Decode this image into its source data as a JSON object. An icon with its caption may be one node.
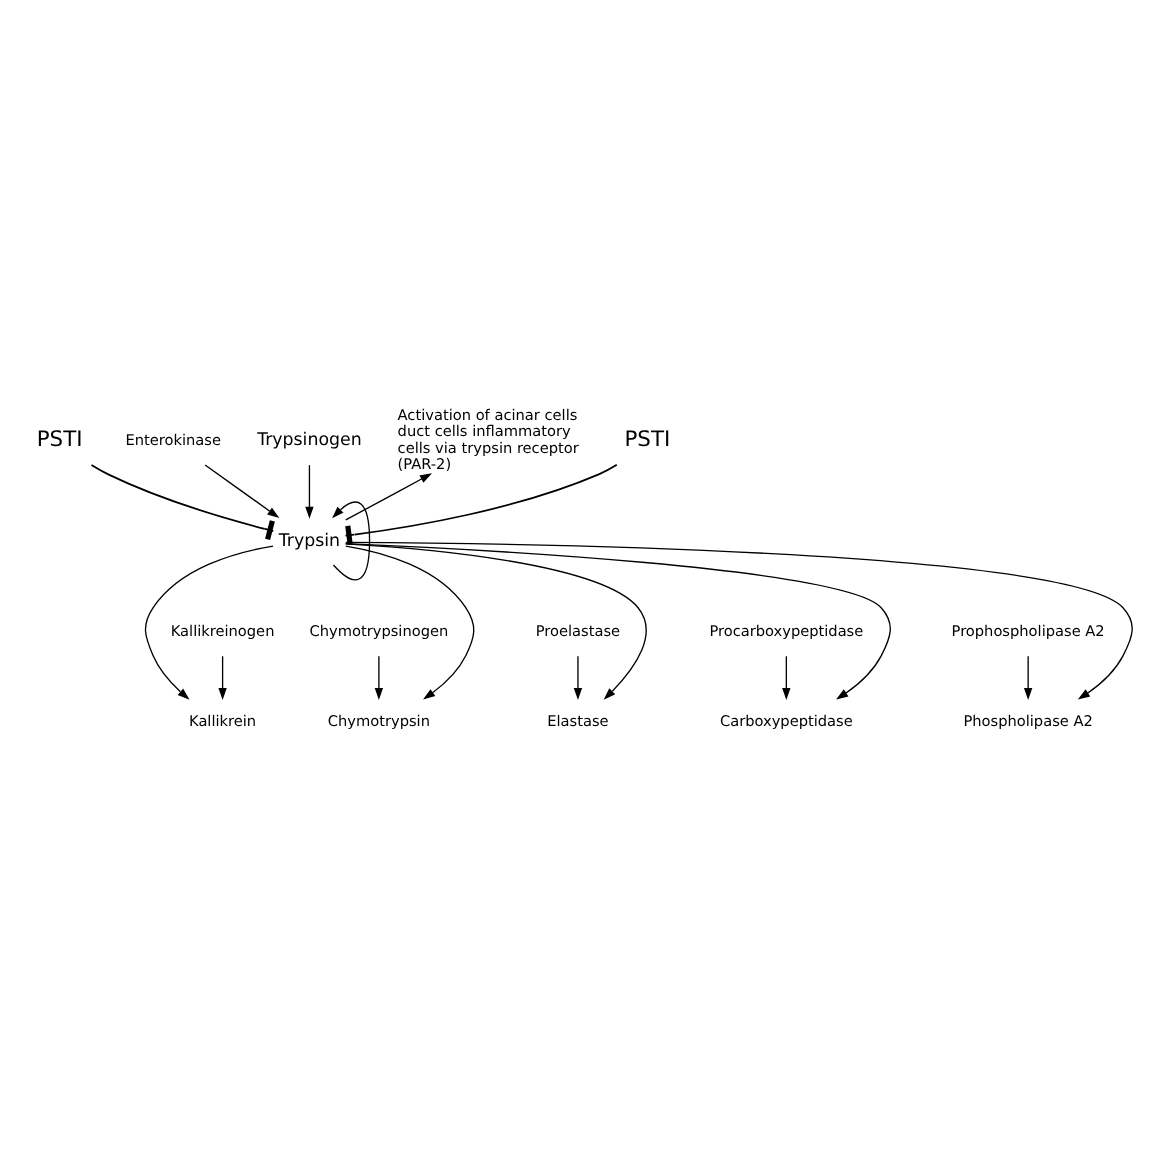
{
  "diagram": {
    "nodes": [
      {
        "text": [
          "Trypsinogen"
        ]
      },
      {
        "text": [
          "Enterokinase"
        ]
      },
      {
        "text": [
          "Trypsin"
        ]
      },
      {
        "text": [
          "Activation of acinar cells duct cells inflammatory cells via trypsin receptor (PAR-2)"
        ]
      },
      {
        "text": [
          "PSTI"
        ]
      },
      {
        "text": [
          "PSTI"
        ]
      },
      {
        "text": [
          "Kallikreinogen"
        ]
      },
      {
        "text": [
          "Chymotrypsinogen"
        ]
      },
      {
        "text": [
          "Proelastase"
        ]
      },
      {
        "text": [
          "Procarboxypeptidase"
        ]
      },
      {
        "text": [
          "Prophospholipase A2"
        ]
      },
      {
        "text": [
          "Kallikrein"
        ]
      },
      {
        "text": [
          "Chymotrypsin"
        ]
      },
      {
        "text": [
          "Elastase"
        ]
      },
      {
        "text": [
          "Carboxypeptidase"
        ]
      },
      {
        "text": [
          "Phospholipase A2"
        ]
      }
    ],
    "edges": [
      {
        "from": 0,
        "to": 2,
        "arrow": "to"
      },
      {
        "from": 1,
        "to": 2,
        "arrow": "to"
      },
      {
        "from": 2,
        "to": 2,
        "arrow": "to"
      },
      {
        "from": 2,
        "to": 3,
        "arrow": "to"
      },
      {
        "from": 4,
        "to": 2,
        "arrow": "other"
      },
      {
        "from": 5,
        "to": 2,
        "arrow": "other"
      },
      {
        "from": 6,
        "to": 11,
        "arrow": "to"
      },
      {
        "from": 7,
        "to": 12,
        "arrow": "to"
      },
      {
        "from": 8,
        "to": 13,
        "arrow": "to"
      },
      {
        "from": 9,
        "to": 14,
        "arrow": "to"
      },
      {
        "from": 10,
        "to": 15,
        "arrow": "to"
      },
      {
        "from": 2,
        "to": 11,
        "arrow": "to"
      },
      {
        "from": 2,
        "to": 12,
        "arrow": "to"
      },
      {
        "from": 2,
        "to": 13,
        "arrow": "to"
      },
      {
        "from": 2,
        "to": 14,
        "arrow": "to"
      },
      {
        "from": 2,
        "to": 15,
        "arrow": "to"
      }
    ]
  }
}
